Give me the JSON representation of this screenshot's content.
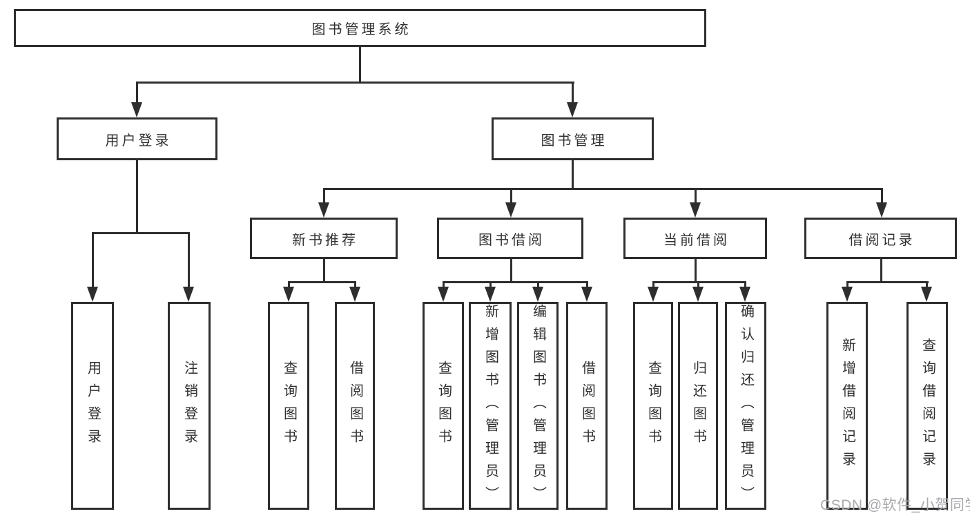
{
  "diagram_title": "图书管理系统",
  "nodes": {
    "root": {
      "label": "图书管理系统"
    },
    "level2": [
      {
        "label": "用户登录"
      },
      {
        "label": "图书管理"
      }
    ],
    "level3": [
      {
        "label": "新书推荐"
      },
      {
        "label": "图书借阅"
      },
      {
        "label": "当前借阅"
      },
      {
        "label": "借阅记录"
      }
    ],
    "leaves": [
      {
        "label": "用户登录"
      },
      {
        "label": "注销登录"
      },
      {
        "label": "查询图书"
      },
      {
        "label": "借阅图书"
      },
      {
        "label": "查询图书"
      },
      {
        "label": "新增图书（管理员）"
      },
      {
        "label": "编辑图书（管理员）"
      },
      {
        "label": "借阅图书"
      },
      {
        "label": "查询图书"
      },
      {
        "label": "归还图书"
      },
      {
        "label": "确认归还（管理员）"
      },
      {
        "label": "新增借阅记录"
      },
      {
        "label": "查询借阅记录"
      }
    ]
  },
  "hierarchy": {
    "图书管理系统": {
      "用户登录": [
        "用户登录",
        "注销登录"
      ],
      "图书管理": {
        "新书推荐": [
          "查询图书",
          "借阅图书"
        ],
        "图书借阅": [
          "查询图书",
          "新增图书（管理员）",
          "编辑图书（管理员）",
          "借阅图书"
        ],
        "当前借阅": [
          "查询图书",
          "归还图书",
          "确认归还（管理员）"
        ],
        "借阅记录": [
          "新增借阅记录",
          "查询借阅记录"
        ]
      }
    }
  },
  "watermark": {
    "text": "CSDN @软件_小贺同学"
  },
  "colors": {
    "line": "#2e2e2e",
    "text": "#303030",
    "watermark": "#aaaaae",
    "background": "#ffffff"
  }
}
